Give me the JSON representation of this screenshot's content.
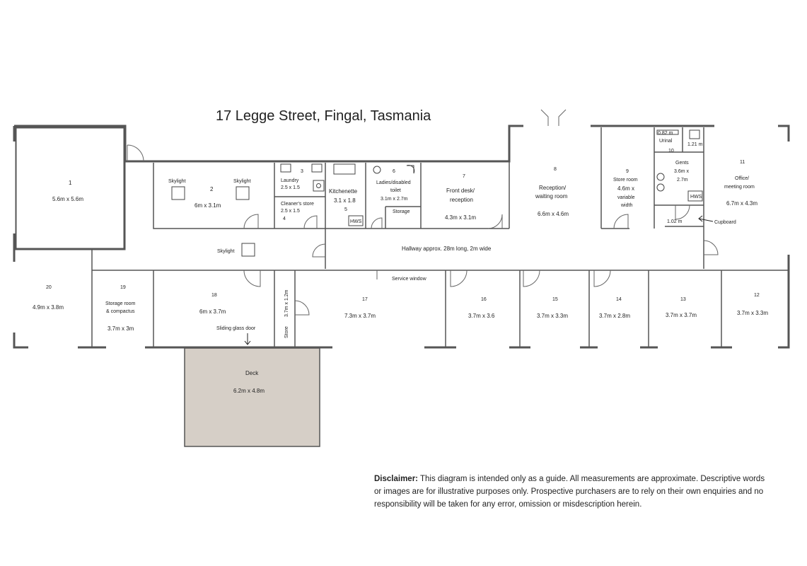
{
  "title": "17 Legge Street, Fingal, Tasmania",
  "rooms": {
    "r1": {
      "num": "1",
      "size": "5.6m x 5.6m"
    },
    "r2": {
      "num": "2",
      "size": "6m x 3.1m",
      "skylight_a": "Skylight",
      "skylight_b": "Skylight"
    },
    "r3": {
      "num": "3",
      "name": "Laundry",
      "size": "2.5 x 1.5"
    },
    "r4": {
      "num": "4",
      "name": "Cleaner's store",
      "size": "2.5 x 1.5"
    },
    "r5": {
      "num": "5",
      "name": "Kitchenette",
      "size": "3.1 x 1.8",
      "hws": "HWS"
    },
    "r6": {
      "num": "6",
      "name_a": "Ladies/disabled",
      "name_b": "toilet",
      "size": "3.1m x 2.7m",
      "storage": "Storage"
    },
    "r7": {
      "num": "7",
      "name_a": "Front desk/",
      "name_b": "reception",
      "size": "4.3m x 3.1m"
    },
    "r8": {
      "num": "8",
      "name_a": "Reception/",
      "name_b": "waiting room",
      "size": "6.6m x 4.6m"
    },
    "r9": {
      "num": "9",
      "name": "Store room",
      "size_a": "4.6m x",
      "size_b": "variable",
      "size_c": "width"
    },
    "r10": {
      "num": "10",
      "name": "Urinal",
      "dim_a": "0.82 m",
      "dim_b": "1.21 m",
      "dim_c": "1.02 m"
    },
    "gents": {
      "name": "Gents",
      "size_a": "3.6m x",
      "size_b": "2.7m",
      "hws": "HWS"
    },
    "r11": {
      "num": "11",
      "name_a": "Office/",
      "name_b": "meeting room",
      "size": "6.7m x 4.3m",
      "cupboard": "Cupboard"
    },
    "r12": {
      "num": "12",
      "size": "3.7m x 3.3m"
    },
    "r13": {
      "num": "13",
      "size": "3.7m x 3.7m"
    },
    "r14": {
      "num": "14",
      "size": "3.7m x 2.8m"
    },
    "r15": {
      "num": "15",
      "size": "3.7m x 3.3m"
    },
    "r16": {
      "num": "16",
      "size": "3.7m x 3.6"
    },
    "r17": {
      "num": "17",
      "size": "7.3m x 3.7m",
      "service_window": "Service window"
    },
    "r18": {
      "num": "18",
      "size": "6m x 3.7m",
      "sliding_door": "Sliding glass door"
    },
    "store": {
      "name": "Store",
      "size": "3.7m x 1.2m"
    },
    "r19": {
      "num": "19",
      "name_a": "Storage room",
      "name_b": "& compactus",
      "size": "3.7m x 3m"
    },
    "r20": {
      "num": "20",
      "size": "4.9m x 3.8m"
    },
    "deck": {
      "name": "Deck",
      "size": "6.2m x 4.8m"
    }
  },
  "hallway": {
    "label": "Hallway approx. 28m long, 2m wide",
    "skylight": "Skylight"
  },
  "disclaimer": {
    "heading": "Disclaimer:",
    "body": "This diagram is intended only as a guide. All measurements are approximate. Descriptive words or images are for illustrative purposes only. Prospective purchasers are to rely on their own enquiries and no responsibility will be taken for any error, omission or misdescription herein."
  },
  "colors": {
    "deck": "#d6cfc7",
    "wall": "#555555"
  }
}
